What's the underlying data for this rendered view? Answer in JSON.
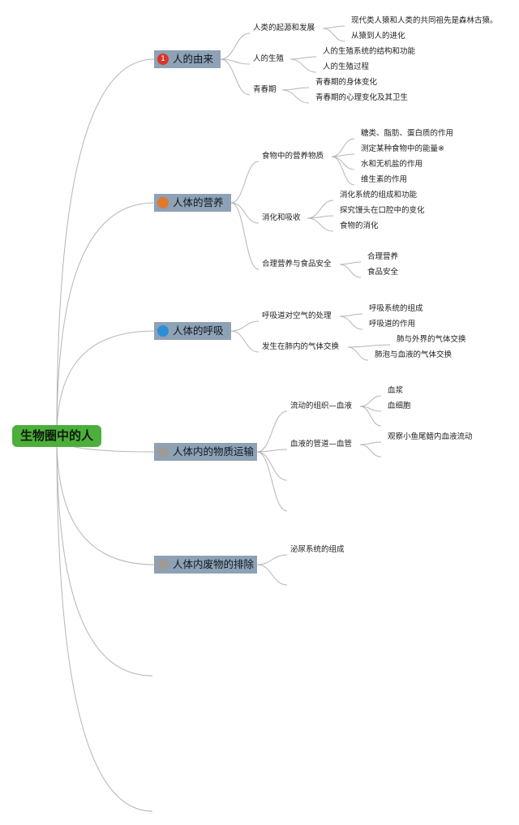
{
  "root": {
    "label": "生物圈中的人"
  },
  "colors": {
    "root": "#4caf3b",
    "topic": "#8ea1b5",
    "line": "#b5b5b5"
  },
  "topics": [
    {
      "label": "人的由来",
      "badge_text": "1",
      "badge_color": "#d9362b",
      "children": [
        {
          "label": "人类的起源和发展",
          "children": [
            "现代类人猿和人类的共同祖先是森林古猿。",
            "从猿到人的进化"
          ]
        },
        {
          "label": "人的生殖",
          "children": [
            "人的生殖系统的结构和功能",
            "人的生殖过程"
          ]
        },
        {
          "label": "青春期",
          "children": [
            "青春期的身体变化",
            "青春期的心理变化及其卫生"
          ]
        }
      ]
    },
    {
      "label": "人体的营养",
      "badge_text": "",
      "badge_color": "#e0792c",
      "children": [
        {
          "label": "食物中的营养物质",
          "children": [
            "糖类、脂肪、蛋白质的作用",
            "测定某种食物中的能量※",
            "水和无机盐的作用",
            "维生素的作用"
          ]
        },
        {
          "label": "消化和吸收",
          "children": [
            "消化系统的组成和功能",
            "探究馒头在口腔中的变化",
            "食物的消化"
          ]
        },
        {
          "label": "合理营养与食品安全",
          "children": [
            "合理营养",
            "食品安全"
          ]
        }
      ]
    },
    {
      "label": "人体的呼吸",
      "badge_text": "",
      "badge_color": "#2a8fd6",
      "children": [
        {
          "label": "呼吸道对空气的处理",
          "children": [
            "呼吸系统的组成",
            "呼吸道的作用"
          ]
        },
        {
          "label": "发生在肺内的气体交换",
          "children": [
            "肺与外界的气体交换",
            "肺泡与血液的气体交换"
          ]
        }
      ]
    },
    {
      "label": "人体内的物质运输",
      "badge_text": "",
      "badge_color": "#9d9b96",
      "children": [
        {
          "label": "流动的组织—血液",
          "children": [
            "血浆",
            "血细胞",
            ""
          ]
        },
        {
          "label": "血液的管道—血管",
          "children": [
            "观察小鱼尾鳍内血液流动",
            ""
          ]
        },
        {
          "label": "",
          "children": []
        },
        {
          "label": "",
          "children": []
        }
      ]
    },
    {
      "label": "人体内废物的排除",
      "badge_text": "",
      "badge_color": "#9d9b96",
      "children": [
        {
          "label": "泌尿系统的组成",
          "children": []
        },
        {
          "label": "",
          "children": []
        }
      ]
    }
  ]
}
